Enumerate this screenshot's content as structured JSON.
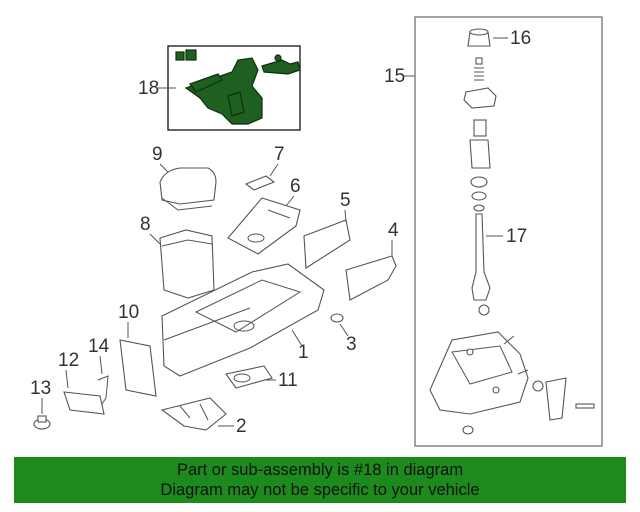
{
  "callouts": {
    "c1": "1",
    "c2": "2",
    "c3": "3",
    "c4": "4",
    "c5": "5",
    "c6": "6",
    "c7": "7",
    "c8": "8",
    "c9": "9",
    "c10": "10",
    "c11": "11",
    "c12": "12",
    "c13": "13",
    "c14": "14",
    "c15": "15",
    "c16": "16",
    "c17": "17",
    "c18": "18"
  },
  "banner": {
    "line1": "Part or sub-assembly is #18 in diagram",
    "line2": "Diagram may not be specific to your vehicle",
    "color": "#1d8a1d"
  },
  "highlight_color": "#1f5f1f"
}
